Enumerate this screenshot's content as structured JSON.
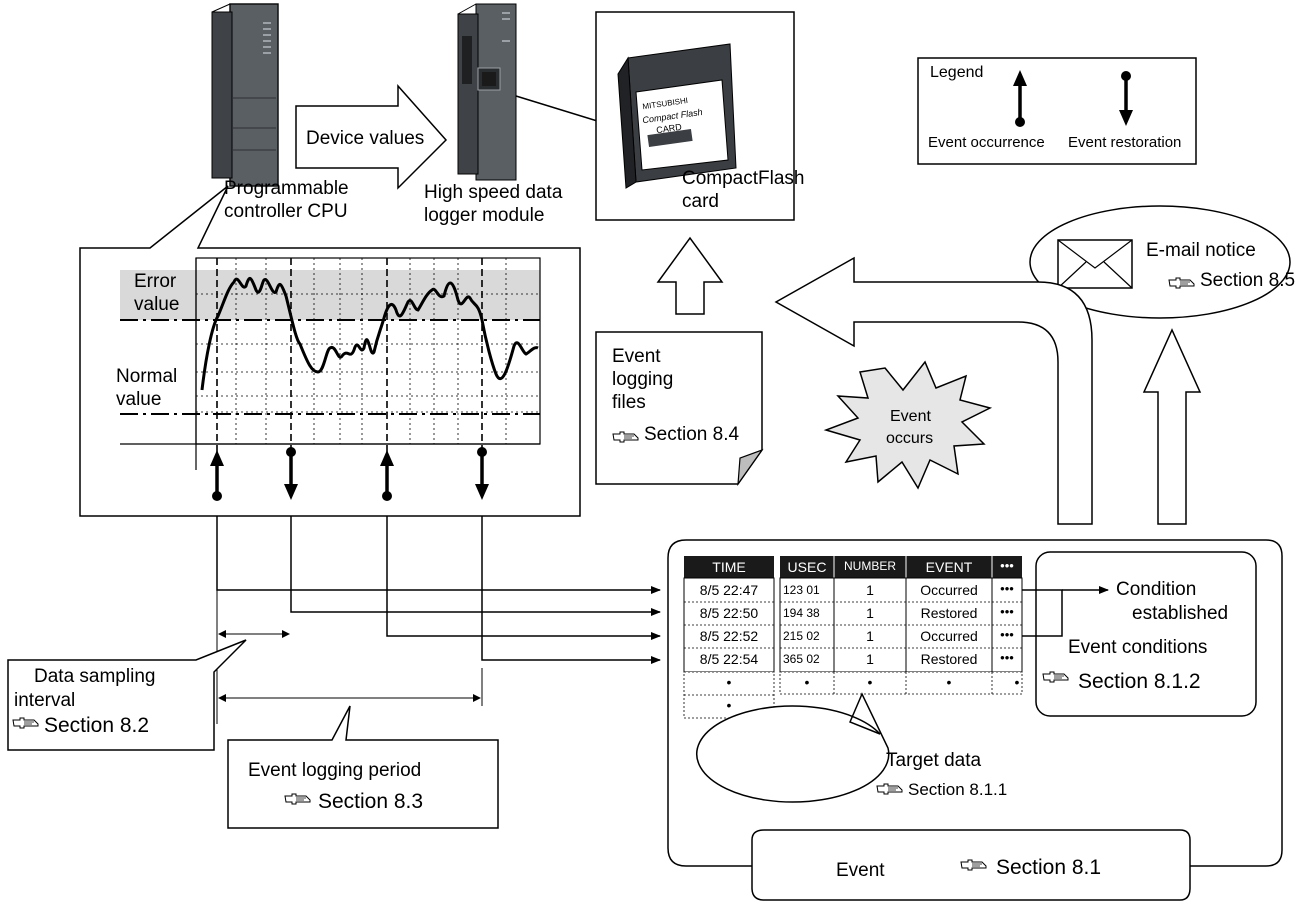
{
  "hardware": {
    "cpu_label_1": "Programmable",
    "cpu_label_2": "controller CPU",
    "flow_label": "Device values",
    "logger_label_1": "High speed data",
    "logger_label_2": "logger module",
    "cf_label_1": "CompactFlash",
    "cf_label_2": "card",
    "cf_card_brand": "MITSUBISHI",
    "cf_card_text_1": "Compact Flash",
    "cf_card_text_2": "CARD"
  },
  "legend": {
    "title": "Legend",
    "occurrence": "Event occurrence",
    "restoration": "Event restoration"
  },
  "email": {
    "label": "E-mail notice",
    "ref": "Section 8.5"
  },
  "event_files": {
    "label_1": "Event",
    "label_2": "logging",
    "label_3": "files",
    "ref": "Section 8.4"
  },
  "burst": {
    "line_1": "Event",
    "line_2": "occurs"
  },
  "graph": {
    "error_1": "Error",
    "error_2": "value",
    "normal_1": "Normal",
    "normal_2": "value"
  },
  "table": {
    "headers": [
      "TIME",
      "USEC",
      "NUMBER",
      "EVENT",
      "•••"
    ],
    "rows": [
      [
        "8/5 22:47",
        "123 01",
        "1",
        "Occurred",
        "•••"
      ],
      [
        "8/5 22:50",
        "194 38",
        "1",
        "Restored",
        "•••"
      ],
      [
        "8/5 22:52",
        "215 02",
        "1",
        "Occurred",
        "•••"
      ],
      [
        "8/5 22:54",
        "365 02",
        "1",
        "Restored",
        "•••"
      ]
    ],
    "dot": "•"
  },
  "conditions": {
    "established_1": "Condition",
    "established_2": "established",
    "title": "Event conditions",
    "ref": "Section 8.1.2"
  },
  "target": {
    "label": "Target data",
    "ref": "Section 8.1.1"
  },
  "sampling": {
    "label_1": "Data sampling",
    "label_2": "interval",
    "ref": "Section 8.2"
  },
  "period": {
    "label": "Event logging period",
    "ref": "Section 8.3"
  },
  "event": {
    "label": "Event",
    "ref": "Section 8.1"
  },
  "colors": {
    "line": "#000000",
    "error_band": "#d9d9d9",
    "module_body": "#5a5f63",
    "module_dark": "#3f4347",
    "table_header": "#1a1a1a",
    "burst_fill": "#e6e6e6",
    "page_fold": "#bdbdbd"
  },
  "icons": [
    "manual-reference-icon",
    "envelope-icon",
    "event-occurrence-arrow-icon",
    "event-restoration-arrow-icon"
  ]
}
